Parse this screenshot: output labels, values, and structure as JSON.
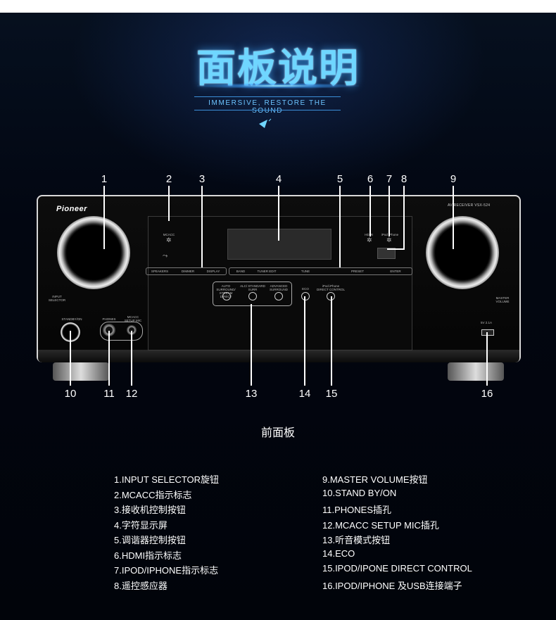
{
  "header": {
    "title": "面板说明",
    "subtitle": "IMMERSIVE, RESTORE THE SOUND"
  },
  "receiver": {
    "brand": "Pioneer",
    "model": "AV RECEIVER  VSX-524",
    "labels": {
      "input_selector": "INPUT SELECTOR",
      "master_volume": "MASTER VOLUME",
      "standby": "STANDBY/ON",
      "phones": "PHONES",
      "mcacc_setup_mic": "MCACC SETUP MIC",
      "mcacc": "MCACC",
      "hdmi": "HDMI",
      "ipod": "iPod iPhone",
      "speakers": "SPEAKERS",
      "dimmer": "DIMMER",
      "display": "DISPLAY",
      "band": "BAND",
      "tuner_edit": "TUNER EDIT",
      "tune": "TUNE",
      "preset": "PRESET",
      "enter": "ENTER",
      "auto_surround": "AUTO SURROUND/ STREAM DIRECT",
      "alc": "ALC/ STANDARD SURR",
      "advanced": "ADVANCED SURROUND",
      "eco": "ECO",
      "direct_control": "iPod iPhone DIRECT CONTROL",
      "usb": "5V 2.1A"
    }
  },
  "callouts": [
    "1",
    "2",
    "3",
    "4",
    "5",
    "6",
    "7",
    "8",
    "9",
    "10",
    "11",
    "12",
    "13",
    "14",
    "15",
    "16"
  ],
  "caption": "前面板",
  "legend": {
    "left": [
      "1.INPUT SELECTOR旋钮",
      "2.MCACC指示标志",
      "3.接收机控制按钮",
      "4.字符显示屏",
      "5.调谐器控制按钮",
      "6.HDMI指示标志",
      "7.IPOD/IPHONE指示标志",
      "8.遥控感应器"
    ],
    "right": [
      "9.MASTER VOLUME按钮",
      "10.STAND BY/ON",
      "11.PHONES插孔",
      "12.MCACC SETUP MIC插孔",
      "13.听音模式按钮",
      "14.ECO",
      "15.IPOD/IPONE DIRECT CONTROL",
      "16.IPOD/IPHONE 及USB连接端子"
    ]
  },
  "colors": {
    "accent": "#6fd6ff",
    "background": "#020611"
  }
}
